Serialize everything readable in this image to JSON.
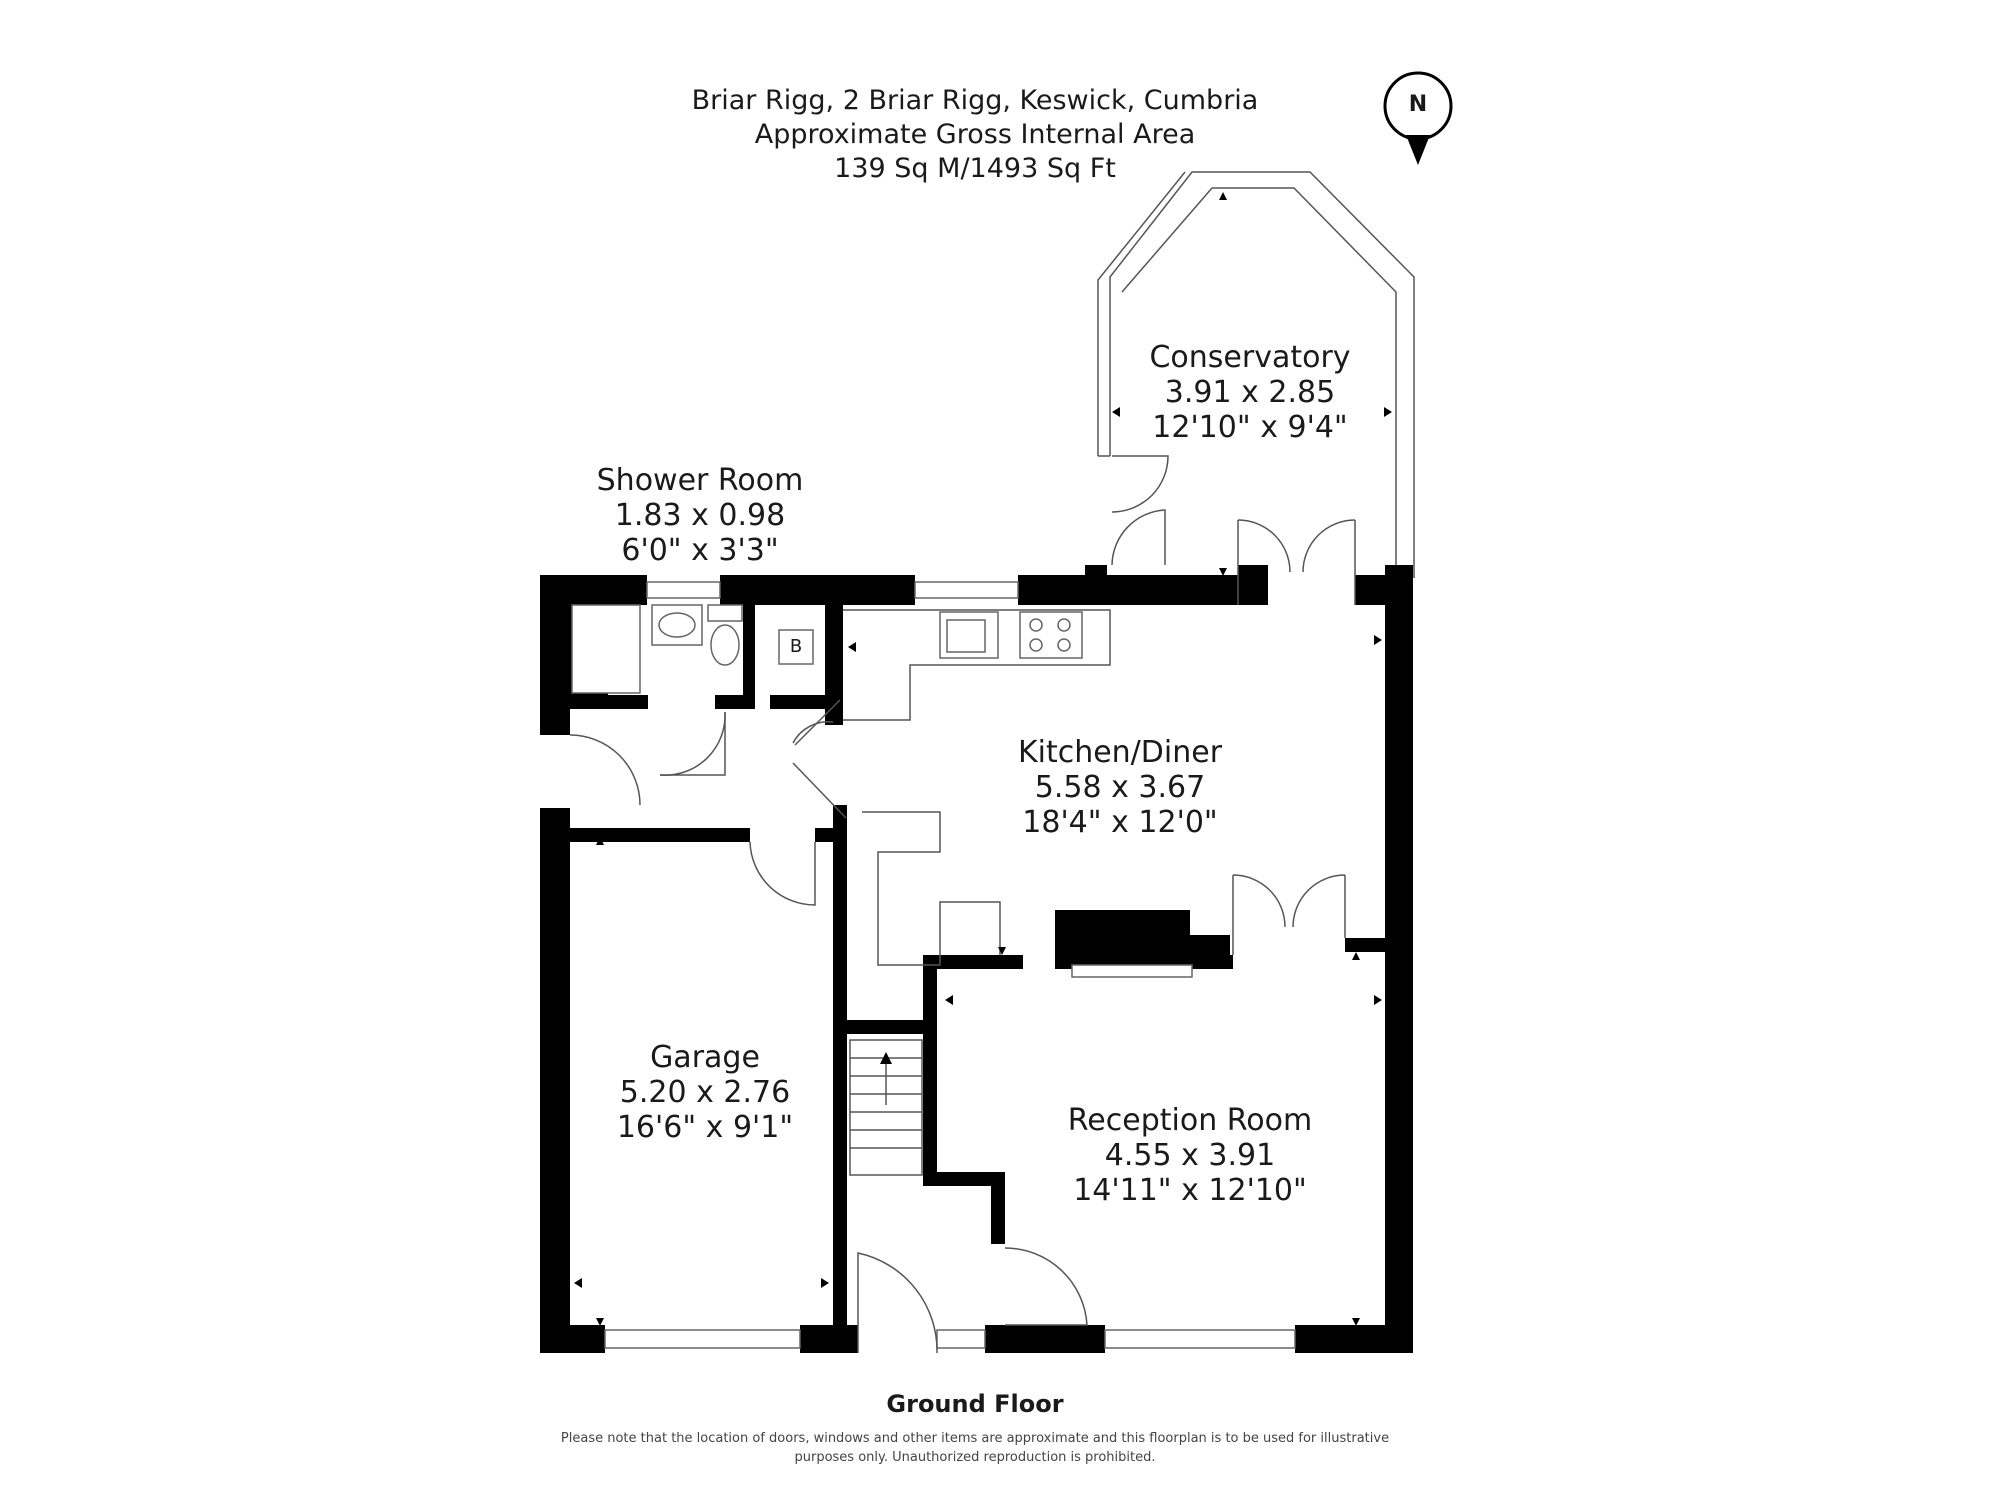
{
  "header": {
    "line1": "Briar Rigg, 2 Briar Rigg, Keswick, Cumbria",
    "line2": "Approximate Gross Internal Area",
    "line3": "139 Sq M/1493 Sq Ft"
  },
  "compass": {
    "label": "N"
  },
  "rooms": {
    "conservatory": {
      "name": "Conservatory",
      "metric": "3.91 x 2.85",
      "imperial": "12'10\" x 9'4\""
    },
    "shower": {
      "name": "Shower Room",
      "metric": "1.83 x 0.98",
      "imperial": "6'0\" x 3'3\""
    },
    "kitchen": {
      "name": "Kitchen/Diner",
      "metric": "5.58 x 3.67",
      "imperial": "18'4\" x 12'0\""
    },
    "garage": {
      "name": "Garage",
      "metric": "5.20 x 2.76",
      "imperial": "16'6\" x 9'1\""
    },
    "reception": {
      "name": "Reception Room",
      "metric": "4.55 x 3.91",
      "imperial": "14'11\" x 12'10\""
    }
  },
  "boiler_label": "B",
  "floor_name": "Ground Floor",
  "disclaimer": {
    "line1": "Please note that the location of doors, windows and other items are approximate and this floorplan is to be used for illustrative",
    "line2": "purposes only. Unauthorized reproduction is prohibited."
  }
}
